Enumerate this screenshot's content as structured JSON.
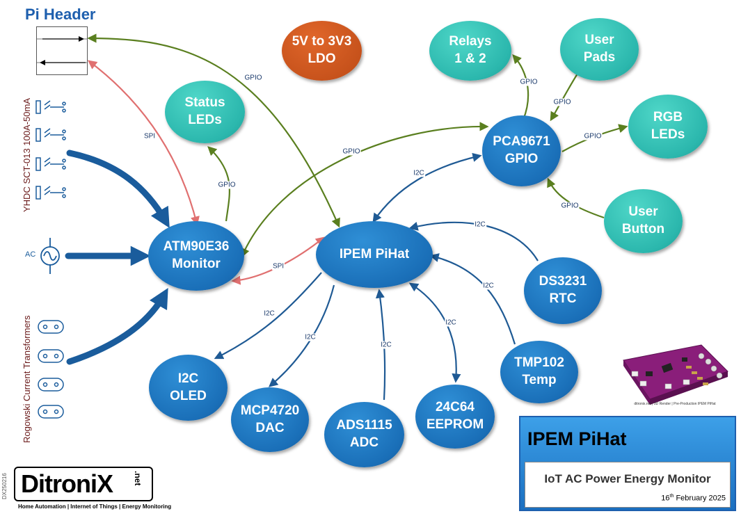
{
  "header_title": "Pi Header",
  "nodes": {
    "ldo": "5V to 3V3\nLDO",
    "relays": "Relays\n1 & 2",
    "user_pads": "User\nPads",
    "status_leds": "Status\nLEDs",
    "pca9671": "PCA9671\nGPIO",
    "rgb_leds": "RGB\nLEDs",
    "atm90e36": "ATM90E36\nMonitor",
    "ipem": "IPEM PiHat",
    "user_button": "User\nButton",
    "ds3231": "DS3231\nRTC",
    "tmp102": "TMP102\nTemp",
    "i2c_oled": "I2C\nOLED",
    "mcp4720": "MCP4720\nDAC",
    "ads1115": "ADS1115\nADC",
    "eeprom": "24C64\nEEPROM"
  },
  "edge_labels": {
    "gpio": "GPIO",
    "spi": "SPI",
    "i2c": "I2C"
  },
  "side_labels": {
    "sct": "YHDC SCT-013 100A-50mA",
    "ac": "AC",
    "rogowski": "Rogowski Current Transformers"
  },
  "title_panel": {
    "title": "IPEM PiHat",
    "subtitle": "IoT AC Power Energy Monitor",
    "date_num": "16",
    "date_sup": "th",
    "date_rest": " February 2025"
  },
  "logo": {
    "name": "DitroniX",
    "suffix": ".net",
    "tagline": "Home Automation | Internet of Things | Energy Monitoring"
  },
  "doc_code": "DX250216",
  "board_caption": "ditronix.net | 3D Render | Pre-Production IPEM PiHat",
  "colors": {
    "gpio": "#5a7f1f",
    "spi": "#e07070",
    "i2c": "#1f5a94",
    "input": "#1a5c9c"
  }
}
